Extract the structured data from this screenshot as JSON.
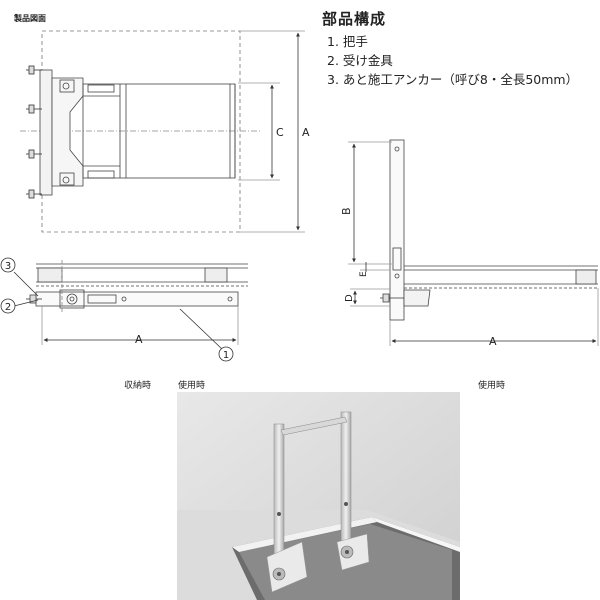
{
  "header": {
    "drawing_label": "製品図面",
    "parts_title": "部品構成"
  },
  "parts": [
    "1. 把手",
    "2. 受け金具",
    "3. あと施工アンカー（呼び8・全長50mm）"
  ],
  "dimensions": {
    "A": "A",
    "B": "B",
    "C": "C",
    "D": "D",
    "E": "E"
  },
  "callouts": {
    "one": "1",
    "two": "2",
    "three": "3"
  },
  "captions": {
    "stored": "収納時",
    "in_use_left": "使用時",
    "in_use_right": "使用時"
  }
}
